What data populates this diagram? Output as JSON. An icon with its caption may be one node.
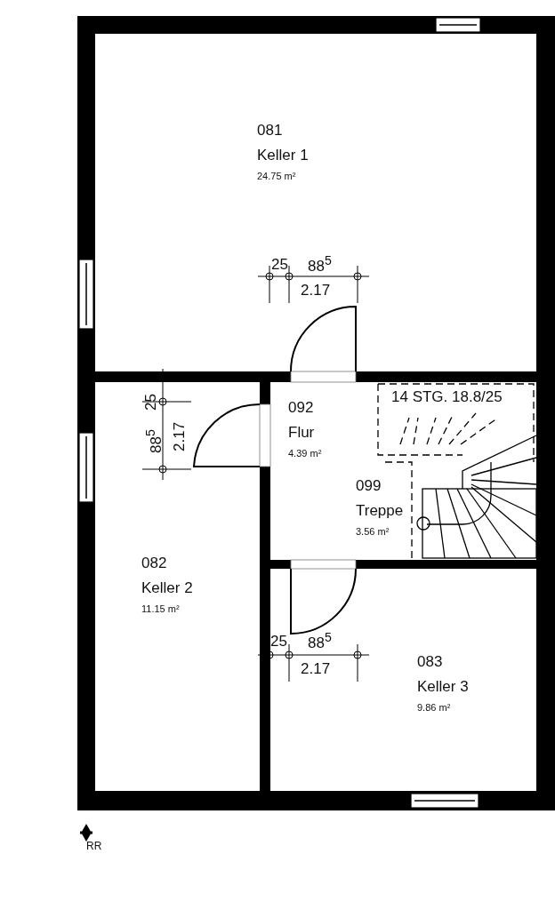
{
  "diagram": {
    "nodes": [
      {
        "text": [
          "081",
          "Keller 1",
          "24.75 m²"
        ]
      },
      {
        "text": [
          "092",
          "Flur",
          "4.39 m²"
        ]
      },
      {
        "text": [
          "099",
          "Treppe",
          "3.56 m²"
        ]
      },
      {
        "text": [
          "082",
          "Keller 2",
          "11.15 m²"
        ]
      },
      {
        "text": [
          "083",
          "Keller 3",
          "9.86 m²"
        ]
      }
    ],
    "labels": [
      "25",
      "88$^{5}$",
      "2.17",
      "25",
      "88$^{5}$",
      "2.17",
      "14 STG. 18.8/25",
      "25",
      "88$^{5}$",
      "2.17",
      "RR"
    ]
  }
}
